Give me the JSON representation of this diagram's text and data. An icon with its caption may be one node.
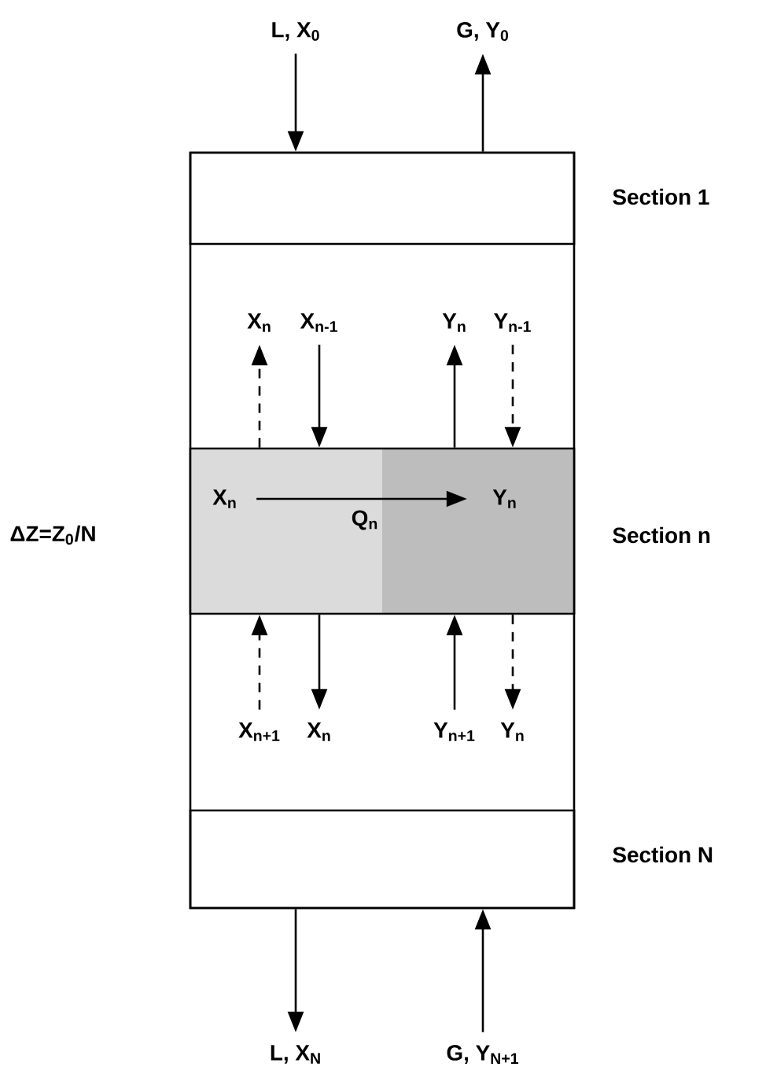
{
  "diagram": {
    "nodes": [
      {
        "text": [],
        "shape": "box"
      },
      {
        "text": [],
        "shape": "box",
        "in": 0,
        "beside": [
          "Section 1"
        ]
      },
      {
        "text": [],
        "shape": "box",
        "in": 0,
        "beside": [
          "Section n"
        ]
      },
      {
        "text": [],
        "shape": "box",
        "in": 0,
        "beside": [
          "Section N"
        ]
      },
      {
        "text": [
          "L, X$_{0}$"
        ]
      },
      {
        "text": [
          "G, Y$_{0}$"
        ]
      },
      {
        "text": [
          "X$_{n}$"
        ],
        "in": 0
      },
      {
        "text": [
          "X$_{n-1}$"
        ],
        "in": 0
      },
      {
        "text": [
          "Y$_{n}$"
        ],
        "in": 0
      },
      {
        "text": [
          "Y$_{n-1}$"
        ],
        "in": 0
      },
      {
        "text": [
          "X$_{n}$"
        ],
        "in": 2
      },
      {
        "text": [
          "Y$_{n}$"
        ],
        "in": 2
      },
      {
        "text": [
          "X$_{n+1}$"
        ],
        "in": 0
      },
      {
        "text": [
          "X$_{n}$"
        ],
        "in": 0
      },
      {
        "text": [
          "Y$_{n+1}$"
        ],
        "in": 0
      },
      {
        "text": [
          "Y$_{n}$"
        ],
        "in": 0
      },
      {
        "text": [
          "L, X$_{N}$"
        ]
      },
      {
        "text": [
          "G, Y$_{N+1}$"
        ]
      }
    ],
    "edges": [
      {
        "from": 4,
        "to": 1,
        "arrow": "to"
      },
      {
        "from": 1,
        "to": 5,
        "arrow": "to"
      },
      {
        "from": 2,
        "to": 6,
        "arrow": "to",
        "style": "dashed"
      },
      {
        "from": 7,
        "to": 2,
        "arrow": "to"
      },
      {
        "from": 2,
        "to": 8,
        "arrow": "to"
      },
      {
        "from": 9,
        "to": 2,
        "arrow": "to",
        "style": "dashed"
      },
      {
        "from": 10,
        "to": 11,
        "arrow": "to",
        "label": "Q$_{n}$"
      },
      {
        "from": 12,
        "to": 2,
        "arrow": "to",
        "style": "dashed"
      },
      {
        "from": 2,
        "to": 13,
        "arrow": "to"
      },
      {
        "from": 14,
        "to": 2,
        "arrow": "to"
      },
      {
        "from": 2,
        "to": 15,
        "arrow": "to",
        "style": "dashed"
      },
      {
        "from": 3,
        "to": 16,
        "arrow": "to"
      },
      {
        "from": 17,
        "to": 3,
        "arrow": "to"
      }
    ],
    "labels": [
      "ΔZ=Z$_{0}$/N"
    ]
  }
}
